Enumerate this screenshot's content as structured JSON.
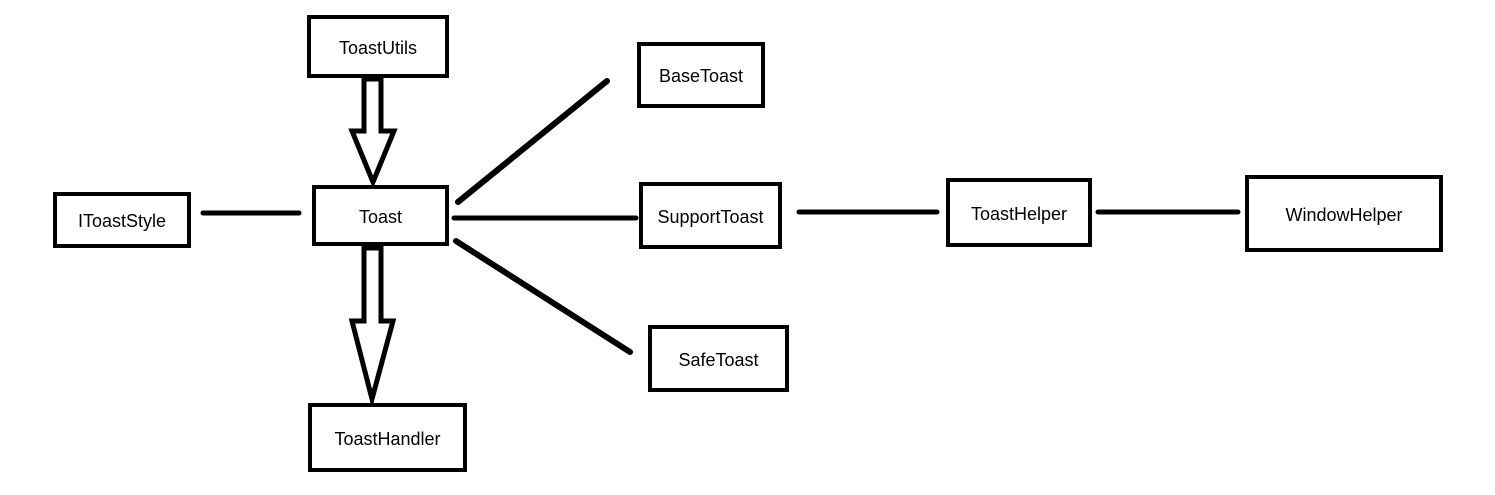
{
  "nodes": {
    "toast_utils": {
      "label": "ToastUtils"
    },
    "base_toast": {
      "label": "BaseToast"
    },
    "i_toast_style": {
      "label": "IToastStyle"
    },
    "toast": {
      "label": "Toast"
    },
    "support_toast": {
      "label": "SupportToast"
    },
    "toast_helper": {
      "label": "ToastHelper"
    },
    "window_helper": {
      "label": "WindowHelper"
    },
    "safe_toast": {
      "label": "SafeToast"
    },
    "toast_handler": {
      "label": "ToastHandler"
    }
  },
  "edges": [
    {
      "from": "ToastUtils",
      "to": "Toast",
      "type": "block-arrow"
    },
    {
      "from": "Toast",
      "to": "ToastHandler",
      "type": "block-arrow"
    },
    {
      "from": "IToastStyle",
      "to": "Toast",
      "type": "line"
    },
    {
      "from": "Toast",
      "to": "BaseToast",
      "type": "line"
    },
    {
      "from": "Toast",
      "to": "SupportToast",
      "type": "line"
    },
    {
      "from": "SupportToast",
      "to": "ToastHelper",
      "type": "line"
    },
    {
      "from": "ToastHelper",
      "to": "WindowHelper",
      "type": "line"
    },
    {
      "from": "Toast",
      "to": "SafeToast",
      "type": "line"
    }
  ],
  "colors": {
    "background": "#ffffff",
    "stroke": "#000000",
    "box_fill": "#ffffff",
    "text": "#000000"
  }
}
